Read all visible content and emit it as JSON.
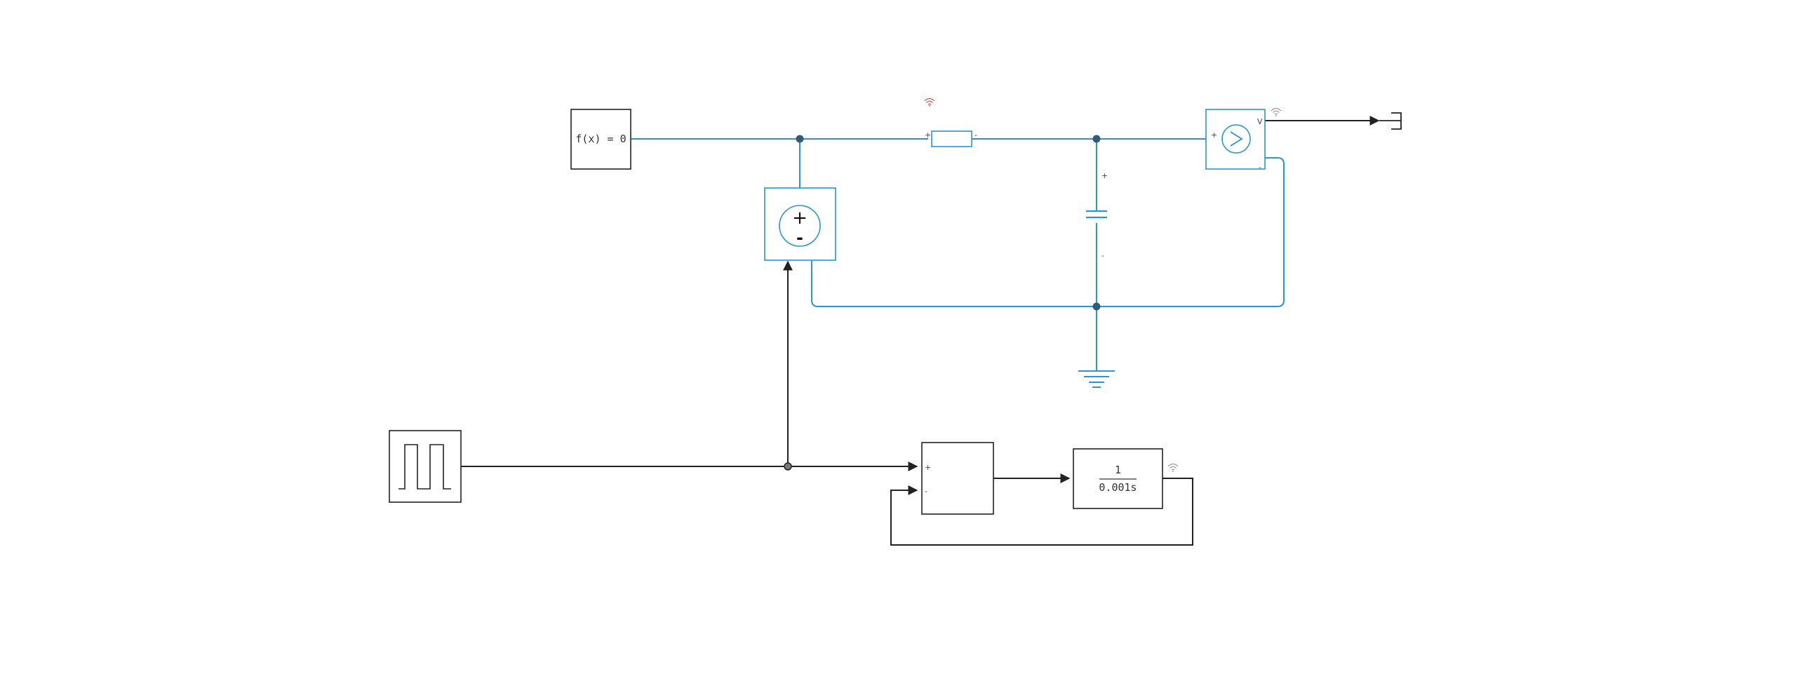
{
  "blocks": {
    "solver_config": {
      "label": "f(x) = 0"
    },
    "transfer_fcn": {
      "numerator": "1",
      "denominator": "0.001s"
    },
    "voltage_sensor": {
      "output_label": "V",
      "plus": "+",
      "minus": "-"
    },
    "controlled_source": {
      "plus": "+",
      "minus": "-"
    },
    "sum": {
      "plus": "+",
      "minus": "-"
    },
    "resistor": {
      "plus": "+",
      "minus": "-"
    },
    "capacitor": {
      "plus": "+",
      "minus": "-"
    }
  },
  "colors": {
    "physical_line": "#2a96cc",
    "signal_line": "#222222",
    "junction": "#2f5d73",
    "logging_icon_red": "#c0392b",
    "logging_icon_gray": "#888888"
  }
}
